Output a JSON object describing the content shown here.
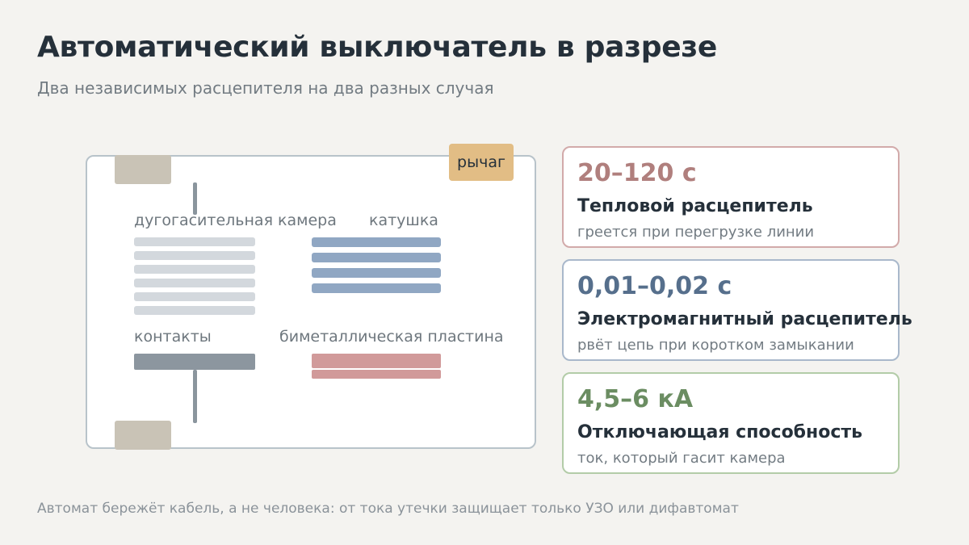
{
  "title": "Автоматический выключатель в разрезе",
  "subtitle": "Два независимых расцепителя на два разных случая",
  "diagram": {
    "lever_label": "рычаг",
    "arc_chamber_label": "дугогасительная камера",
    "coil_label": "катушка",
    "contacts_label": "контакты",
    "bimetal_label": "биметаллическая пластина"
  },
  "cards": [
    {
      "value": "20–120 с",
      "name": "Тепловой расцепитель",
      "desc": "греется при перегрузке линии",
      "accent": "#b07f7d",
      "border": "#d2aaaa"
    },
    {
      "value": "0,01–0,02 с",
      "name": "Электромагнитный расцепитель",
      "desc": "рвёт цепь при коротком замыкании",
      "accent": "#566f8c",
      "border": "#a9b8cb"
    },
    {
      "value": "4,5–6 кА",
      "name": "Отключающая способность",
      "desc": "ток, который гасит камера",
      "accent": "#6b8d62",
      "border": "#b3cca8"
    }
  ],
  "footnote": "Автомат бережёт кабель, а не человека: от тока утечки защищает только УЗО или дифавтомат",
  "colors": {
    "background": "#f4f3f0",
    "arc_plates": "#d3d8dd",
    "coil": "#90a7c3",
    "bimetal": "#d19a9a",
    "lever": "#e2bd85",
    "terminals": "#c9c3b6"
  }
}
